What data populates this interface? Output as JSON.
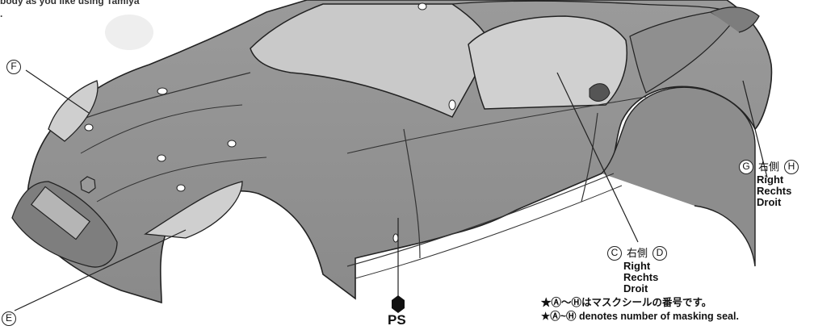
{
  "top_fragment": {
    "line1": "body as you like using Tamiya",
    "line2": "."
  },
  "labels": {
    "F": "F",
    "E": "E",
    "C": "C",
    "D": "D",
    "G": "G",
    "H": "H",
    "side_jp": "右側",
    "right": "Right",
    "rechts": "Rechts",
    "droit": "Droit",
    "ps": "PS"
  },
  "notes": {
    "jp": "★Ⓐ～Ⓗはマスクシールの番号です。",
    "en": "★Ⓐ~Ⓗ denotes number of masking seal."
  }
}
